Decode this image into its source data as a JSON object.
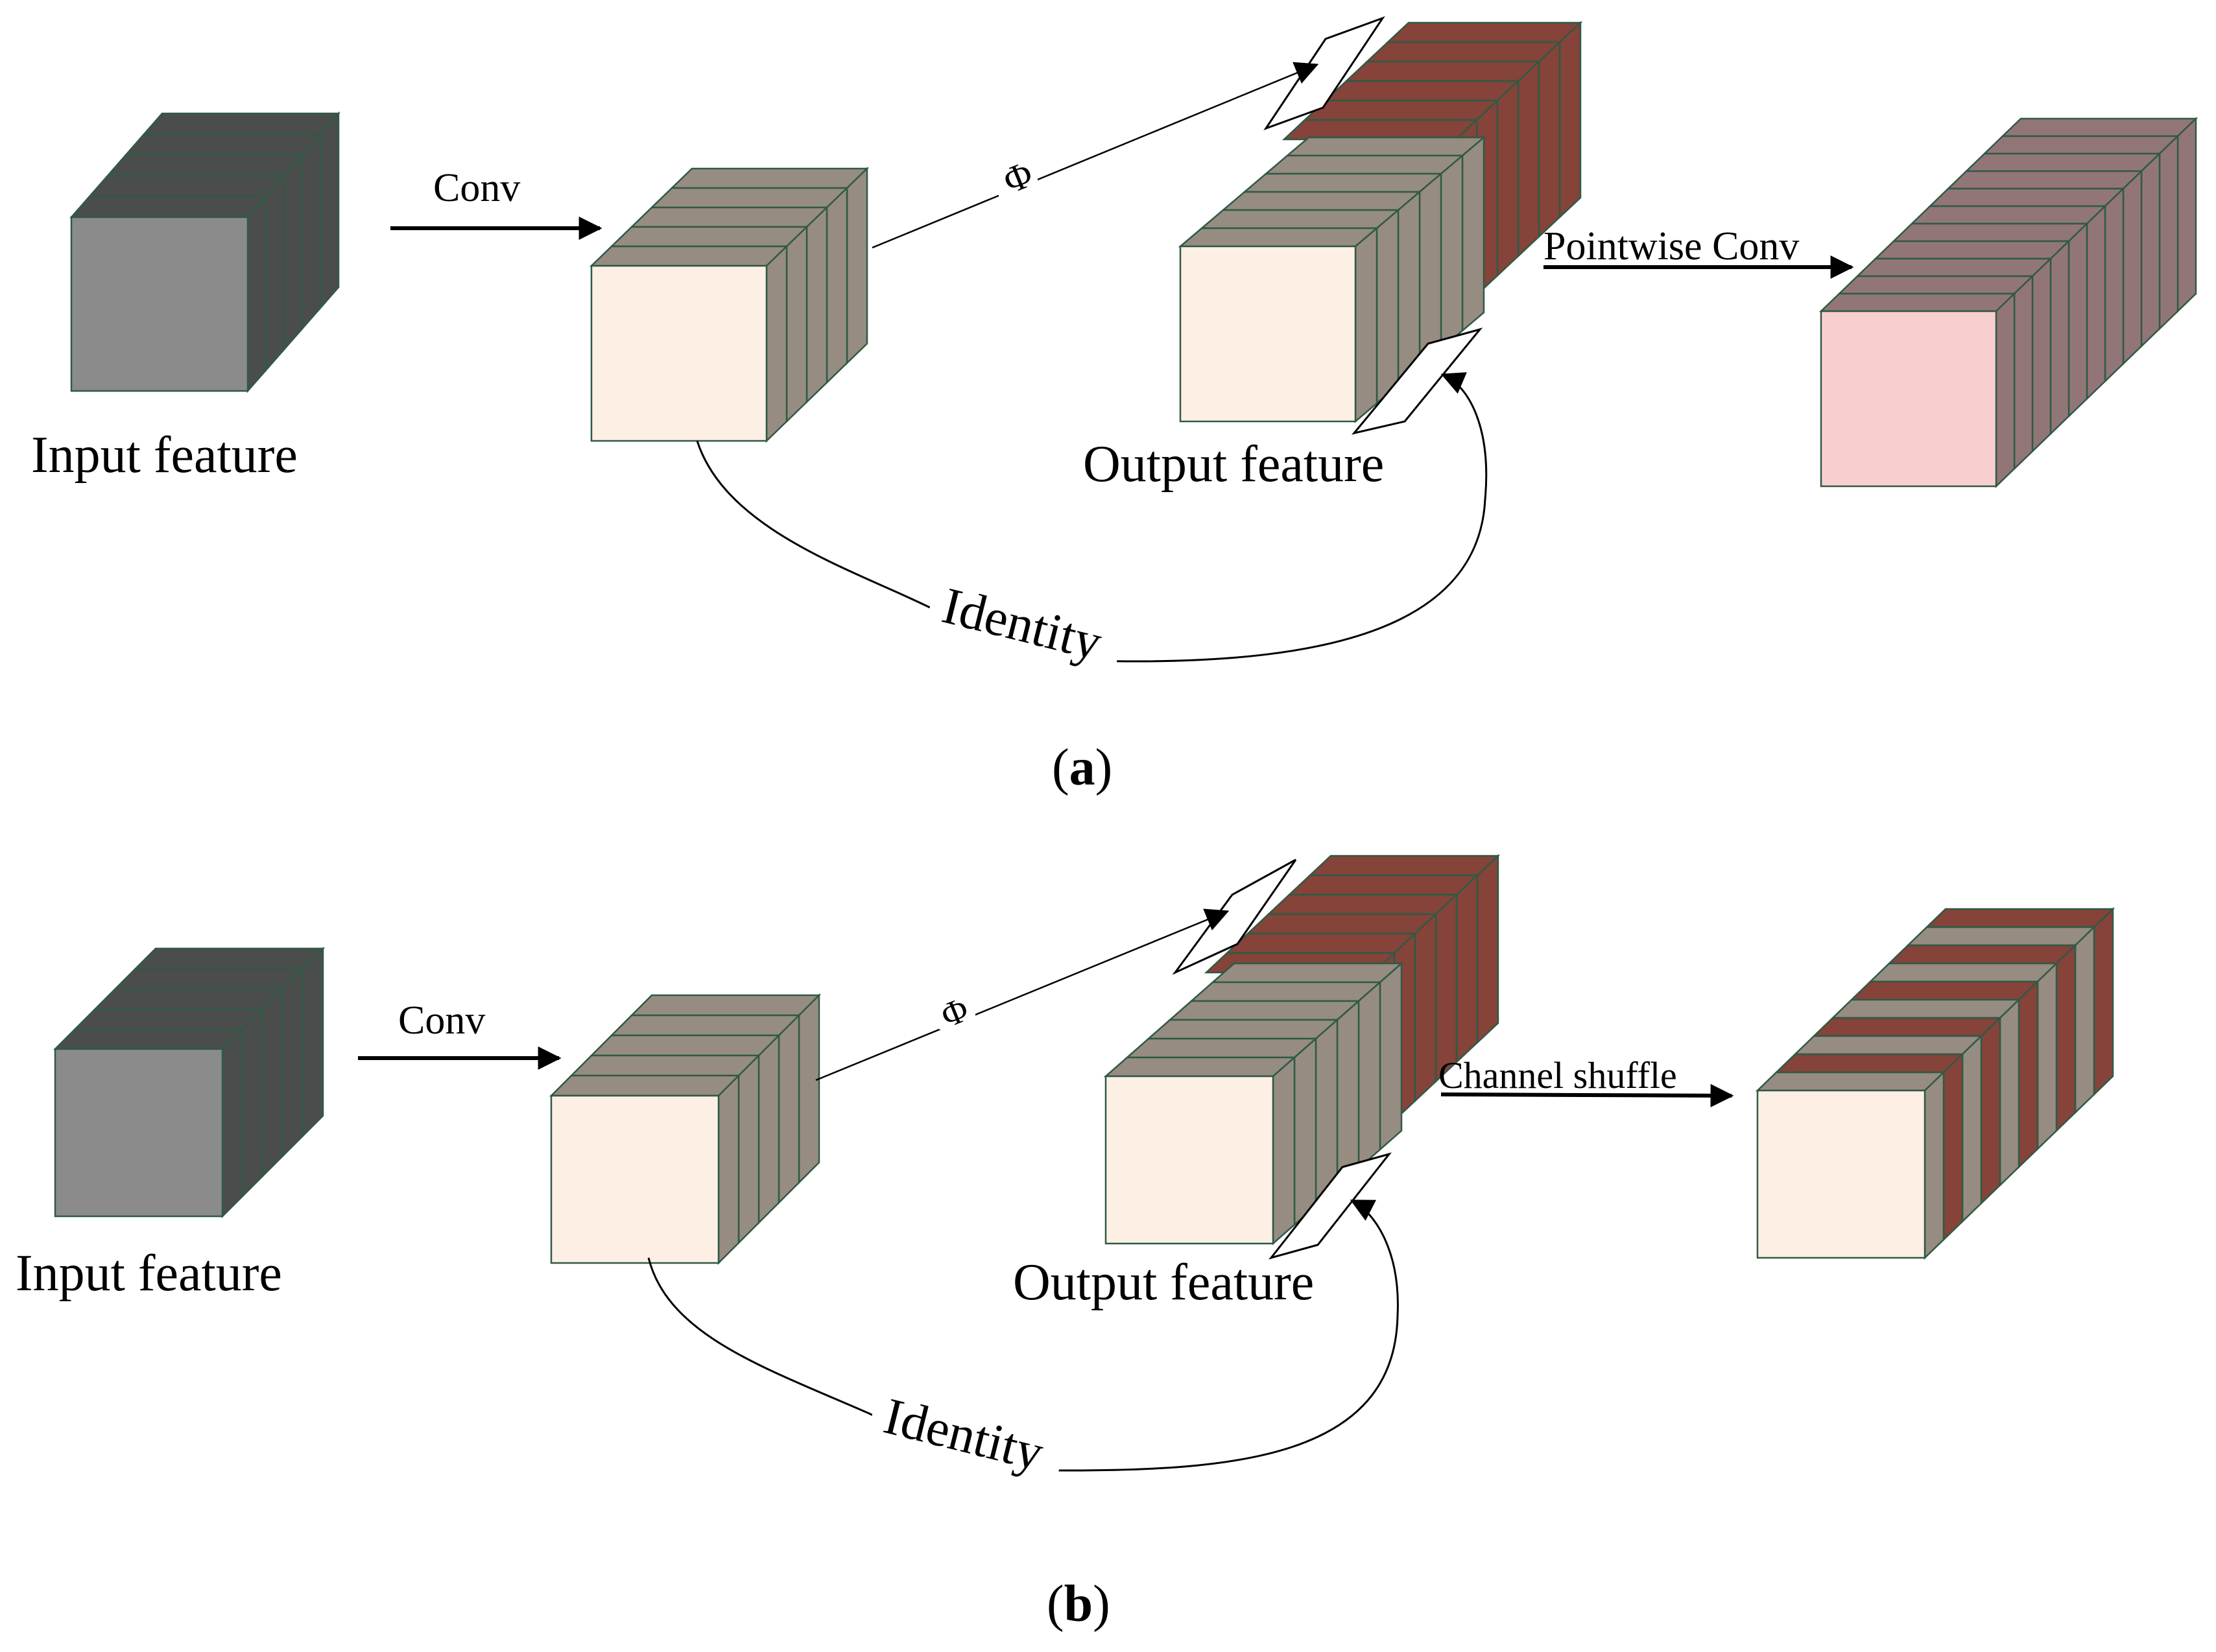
{
  "colors": {
    "input_front": "#8b8b8b",
    "input_side": "#4a4d4b",
    "slice_edge": "#2f5a45",
    "conv_front": "#fdefe4",
    "conv_side": "#978c81",
    "ghost_side": "#85433a",
    "pointwise_front": "#f8cfcf",
    "pointwise_side": "#927677",
    "line": "#000000"
  },
  "panel_a": {
    "input_label": "Input feature",
    "conv_label": "Conv",
    "phi_label": "Φ",
    "output_label": "Output feature",
    "identity_label": "Identity",
    "final_op_label": "Pointwise Conv",
    "caption_open": "(",
    "caption_letter": "a",
    "caption_close": ")"
  },
  "panel_b": {
    "input_label": "Input feature",
    "conv_label": "Conv",
    "phi_label": "Φ",
    "output_label": "Output feature",
    "identity_label": "Identity",
    "final_op_label": "Channel shuffle",
    "caption_open": "(",
    "caption_letter": "b",
    "caption_close": ")"
  }
}
